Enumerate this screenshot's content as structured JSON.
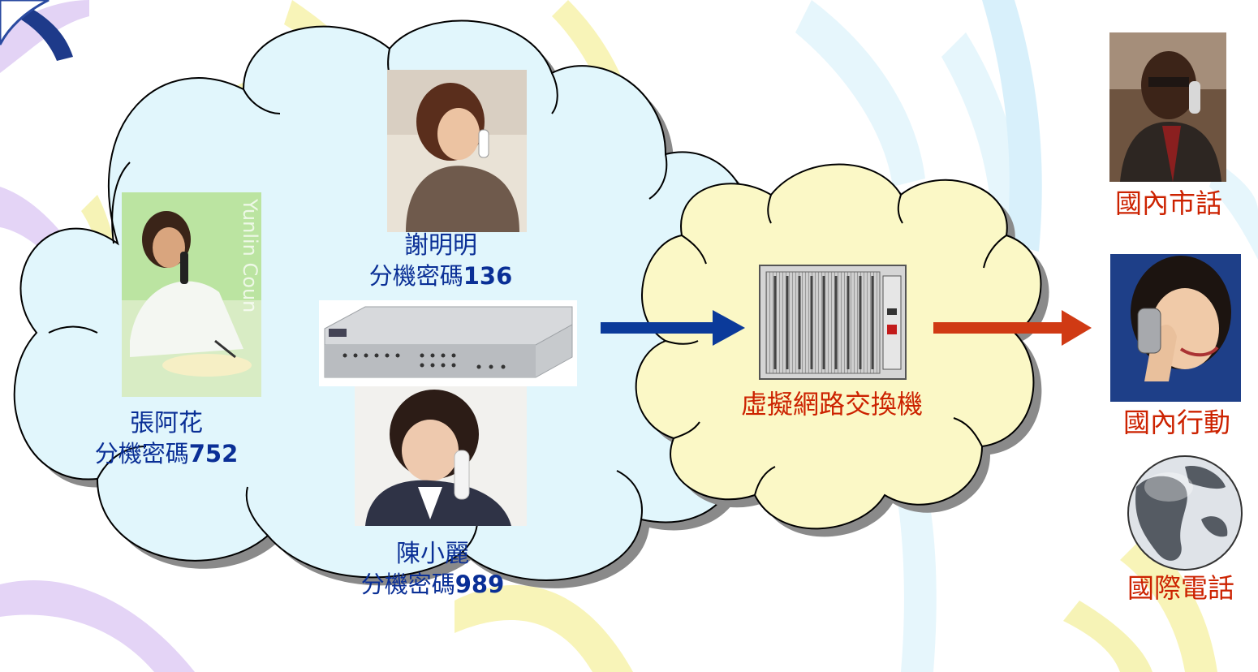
{
  "colors": {
    "local_cloud_fill": "#e1f6fc",
    "switch_cloud_fill": "#fbf8c6",
    "label_blue": "#0a2f96",
    "label_red": "#cc2200",
    "arrow_blue": "#0b3a9a",
    "arrow_red": "#d03a14"
  },
  "users": [
    {
      "name": "張阿花",
      "ext_label": "分機密碼",
      "ext_code": "752"
    },
    {
      "name": "謝明明",
      "ext_label": "分機密碼",
      "ext_code": "136"
    },
    {
      "name": "陳小麗",
      "ext_label": "分機密碼",
      "ext_code": "989"
    }
  ],
  "photo_text": "Yunlin Coun",
  "switch_label": "虛擬網路交換機",
  "destinations": [
    {
      "label": "國內市話",
      "icon": "man-on-phone-photo"
    },
    {
      "label": "國內行動",
      "icon": "woman-with-mobile-photo"
    },
    {
      "label": "國際電話",
      "icon": "globe-icon"
    }
  ]
}
